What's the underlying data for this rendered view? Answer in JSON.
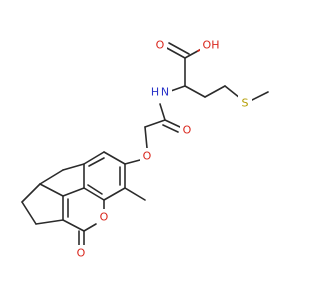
{
  "molecule": {
    "atoms": {
      "oh": {
        "text": "OH",
        "color": "#d9261c"
      },
      "nh": {
        "text": "H",
        "color": "#2a33c8"
      },
      "n": {
        "text": "N",
        "color": "#2a33c8"
      },
      "s": {
        "text": "S",
        "color": "#b39c00"
      },
      "o_amide": {
        "text": "O",
        "color": "#d9261c"
      },
      "o_acid": {
        "text": "O",
        "color": "#d9261c"
      },
      "o_ether": {
        "text": "O",
        "color": "#d9261c"
      },
      "o_ring": {
        "text": "O",
        "color": "#d9261c"
      },
      "o_lactone": {
        "text": "O",
        "color": "#d9261c"
      }
    },
    "colors": {
      "bond": "#2b2b2b",
      "oxygen": "#d9261c",
      "nitrogen": "#2a33c8",
      "sulfur": "#b39c00"
    }
  }
}
